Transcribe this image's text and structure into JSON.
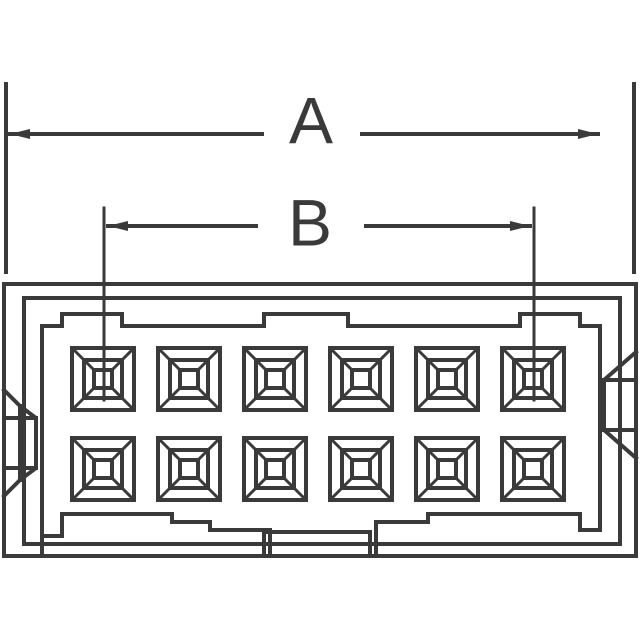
{
  "dimensions": {
    "a_label": "A",
    "b_label": "B"
  },
  "pins": {
    "rows": 2,
    "columns": 6
  },
  "colors": {
    "line": "#3a3a3a",
    "background": "#ffffff"
  }
}
